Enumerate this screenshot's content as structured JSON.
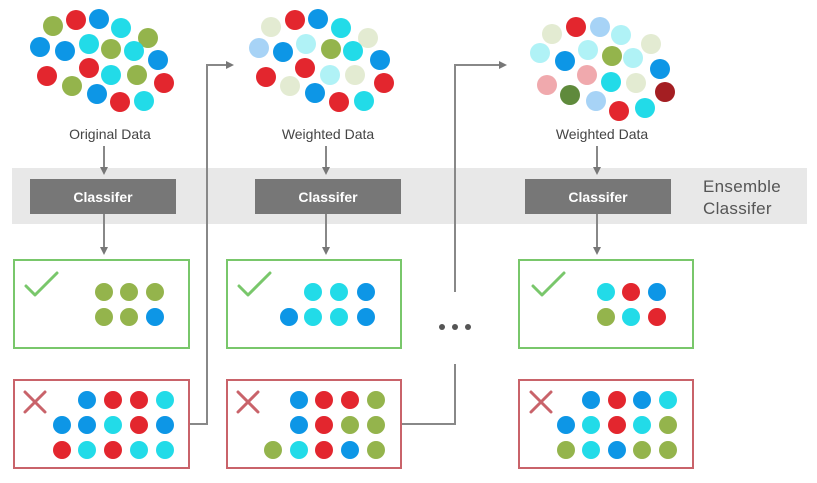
{
  "colors": {
    "green": "#94b44c",
    "red": "#e3262e",
    "cyan": "#22dbe8",
    "blue": "#0d96e6",
    "pale_green": "#e3ebd2",
    "pale_blue": "#a7d3f6",
    "pale_red": "#f0a9ad",
    "pale_cyan": "#b0f2f6",
    "dark_green": "#5f8a3c",
    "dark_red": "#a41e22",
    "check": "#79c76b",
    "cross": "#c9636a",
    "arrow": "#777777"
  },
  "stages": [
    {
      "label": "Original Data",
      "classifier_label": "Classifer",
      "correct_icon": "check-icon",
      "wrong_icon": "cross-icon"
    },
    {
      "label": "Weighted Data",
      "classifier_label": "Classifer",
      "correct_icon": "check-icon",
      "wrong_icon": "cross-icon"
    },
    {
      "label": "Weighted Data",
      "classifier_label": "Classifer",
      "correct_icon": "check-icon",
      "wrong_icon": "cross-icon"
    }
  ],
  "ensemble_label": "Ensemble Classifer",
  "ellipsis_icon": "ellipsis-icon"
}
